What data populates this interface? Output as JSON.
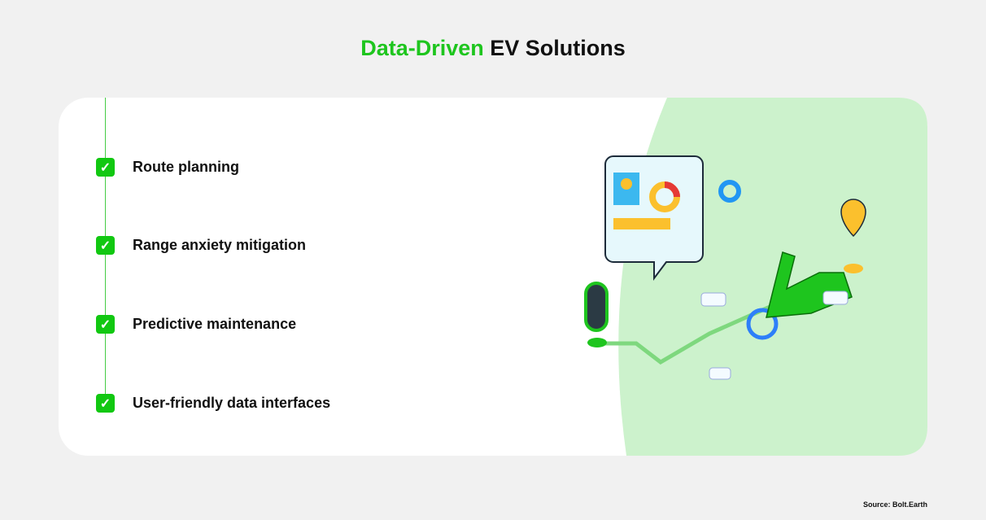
{
  "title": {
    "highlight": "Data-Driven",
    "rest": "EV Solutions"
  },
  "items": [
    {
      "label": "Route planning"
    },
    {
      "label": "Range anxiety mitigation"
    },
    {
      "label": "Predictive maintenance"
    },
    {
      "label": "User-friendly data interfaces"
    }
  ],
  "source": "Source: Bolt.Earth",
  "colors": {
    "accent": "#1ec51e",
    "panel": "#ccf2cc"
  }
}
